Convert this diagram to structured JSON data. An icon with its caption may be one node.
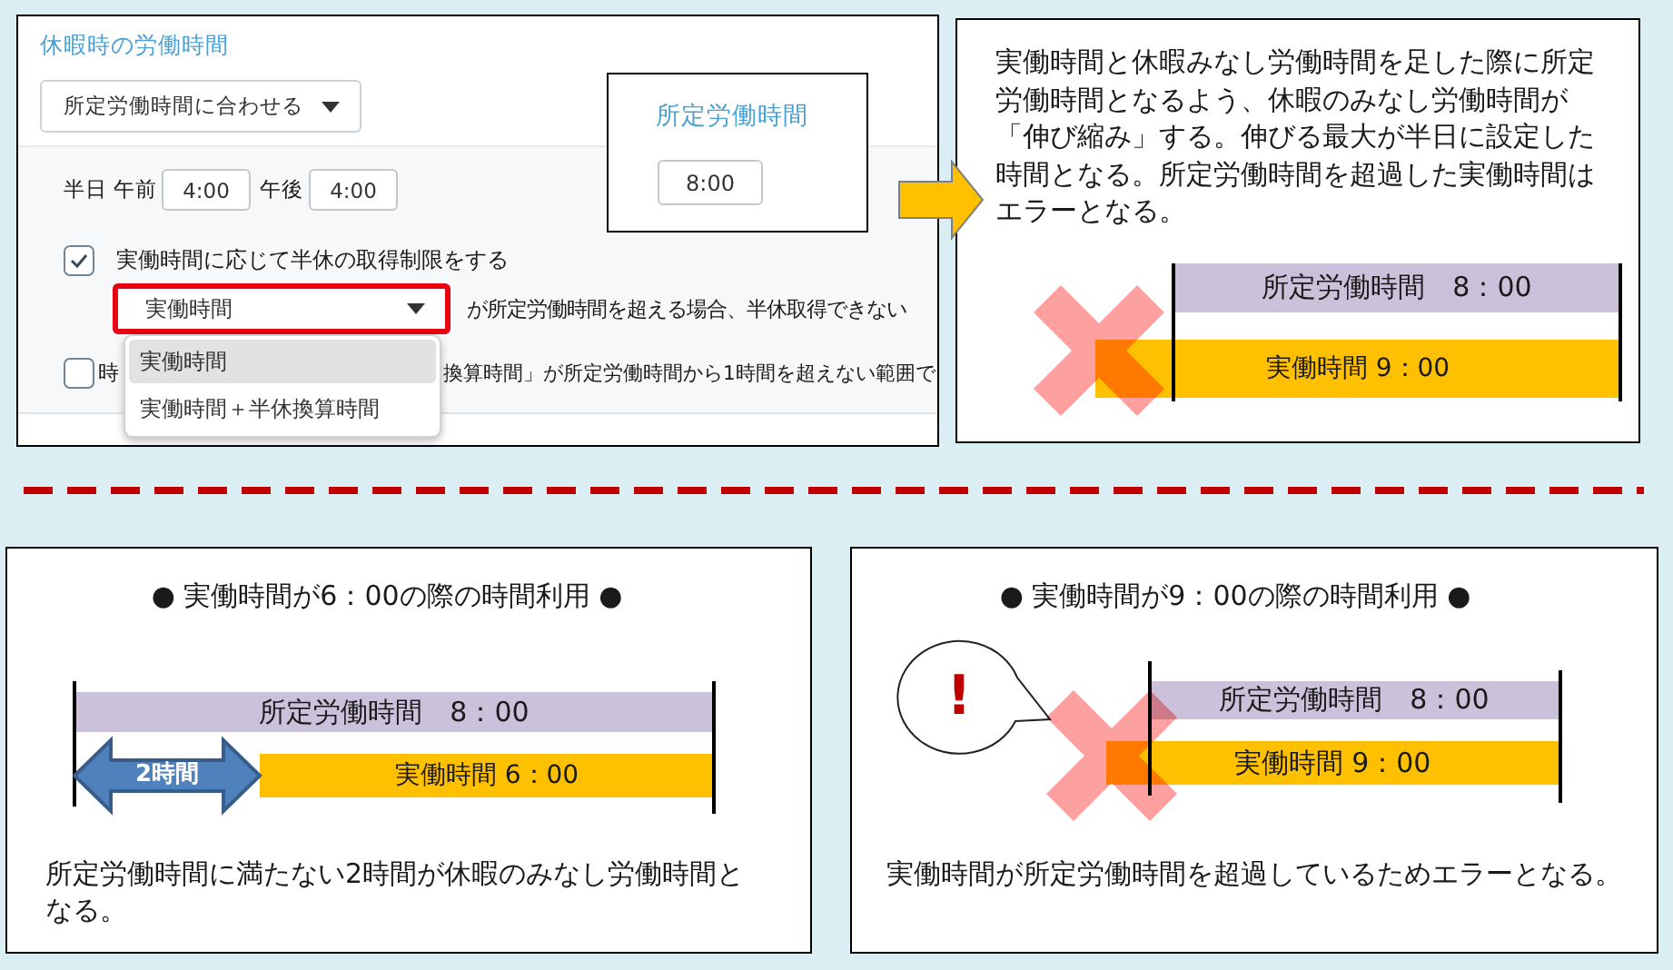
{
  "diagram": {
    "nodes": [
      {
        "text": [
          "休暇時の労働時間"
        ]
      },
      {
        "text": [
          "所定労働時間に合わせる"
        ],
        "in": 0
      },
      {
        "text": [
          "4:00"
        ],
        "in": 0,
        "beside": [
          "半日 午前"
        ]
      },
      {
        "text": [
          "4:00"
        ],
        "in": 0,
        "beside": [
          "午後"
        ]
      },
      {
        "text": [
          "実働時間"
        ],
        "in": 0,
        "beside": [
          "が所定労働時間を超える場合、半休取得できない"
        ]
      },
      {
        "text": [
          "実働時間",
          "実働時間＋半休換算時間"
        ],
        "in": 0
      },
      {
        "text": [
          "所定労働時間"
        ],
        "in": 0
      },
      {
        "text": [
          "8:00"
        ],
        "in": 6
      },
      {
        "text": [
          "実働時間と休暇みなし労働時間を足した際に所定労働時間となるよう、休暇のみなし労働時間が「伸び縮み」する。伸びる最大が半日に設定した時間となる。所定労働時間を超過した実働時間はエラーとなる。"
        ]
      },
      {
        "text": [
          "所定労働時間　8：00"
        ],
        "in": 8
      },
      {
        "text": [
          "実働時間 9：00"
        ],
        "in": 8
      },
      {
        "text": [
          "● 実働時間が6：00の際の時間利用 ●",
          "所定労働時間に満たない2時間が休暇のみなし労働時間となる。"
        ]
      },
      {
        "text": [
          "所定労働時間　8：00"
        ],
        "in": 11
      },
      {
        "text": [
          "実働時間 6：00"
        ],
        "in": 11
      },
      {
        "text": [
          "● 実働時間が9：00の際の時間利用 ●",
          "実働時間が所定労働時間を超過しているためエラーとなる。"
        ]
      },
      {
        "text": [
          "!"
        ],
        "in": 14
      },
      {
        "text": [
          "所定労働時間　8：00"
        ],
        "in": 14
      },
      {
        "text": [
          "実働時間 9：00"
        ],
        "in": 14
      }
    ],
    "edges": [
      {
        "from": 0,
        "to": 8,
        "arrow": "to",
        "style": "thick",
        "color": "#ffc000"
      },
      {
        "from": 12,
        "to": 13,
        "arrow": "both",
        "label": "2時間",
        "style": "thick",
        "color": "#4f81bd"
      }
    ],
    "labels": [
      "実働時間に応じて半休の取得制限をする",
      "時",
      "換算時間」が所定労働時間から1時間を超えない範囲で"
    ]
  }
}
